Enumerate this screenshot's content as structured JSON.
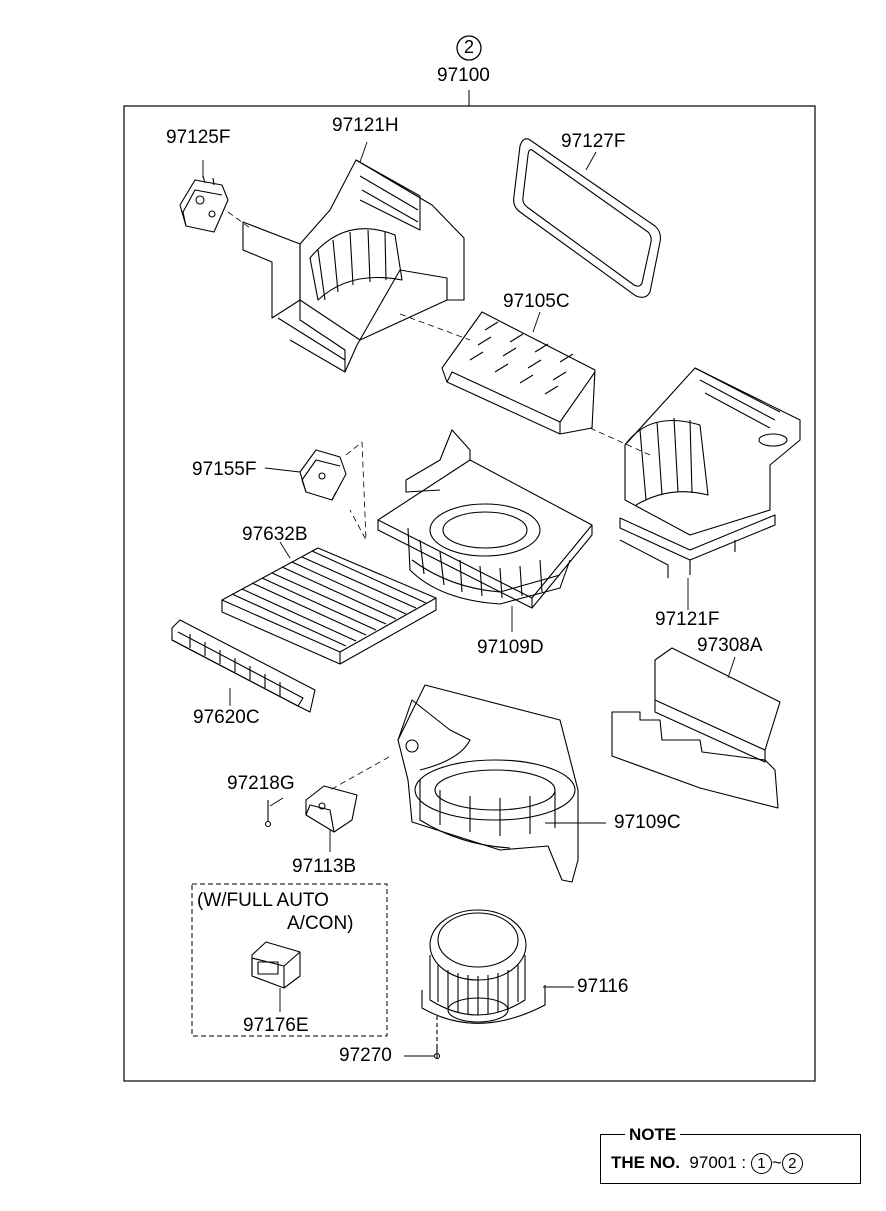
{
  "assembly": {
    "circle_no": "2",
    "part_no": "97100"
  },
  "parts": [
    {
      "id": "p1",
      "label": "97125F"
    },
    {
      "id": "p2",
      "label": "97121H"
    },
    {
      "id": "p3",
      "label": "97127F"
    },
    {
      "id": "p4",
      "label": "97105C"
    },
    {
      "id": "p5",
      "label": "97155F"
    },
    {
      "id": "p6",
      "label": "97632B"
    },
    {
      "id": "p7",
      "label": "97109D"
    },
    {
      "id": "p8",
      "label": "97121F"
    },
    {
      "id": "p9",
      "label": "97308A"
    },
    {
      "id": "p10",
      "label": "97620C"
    },
    {
      "id": "p11",
      "label": "97218G"
    },
    {
      "id": "p12",
      "label": "97109C"
    },
    {
      "id": "p13",
      "label": "97113B"
    },
    {
      "id": "p14",
      "label": "97116"
    },
    {
      "id": "p15",
      "label": "97176E"
    },
    {
      "id": "p16",
      "label": "97270"
    }
  ],
  "option_box": {
    "line1": "(W/FULL AUTO",
    "line2": "A/CON)"
  },
  "note": {
    "title": "NOTE",
    "prefix": "THE NO.",
    "number": "97001",
    "separator": ":",
    "range_start": "1",
    "tilde": "~",
    "range_end": "2"
  }
}
